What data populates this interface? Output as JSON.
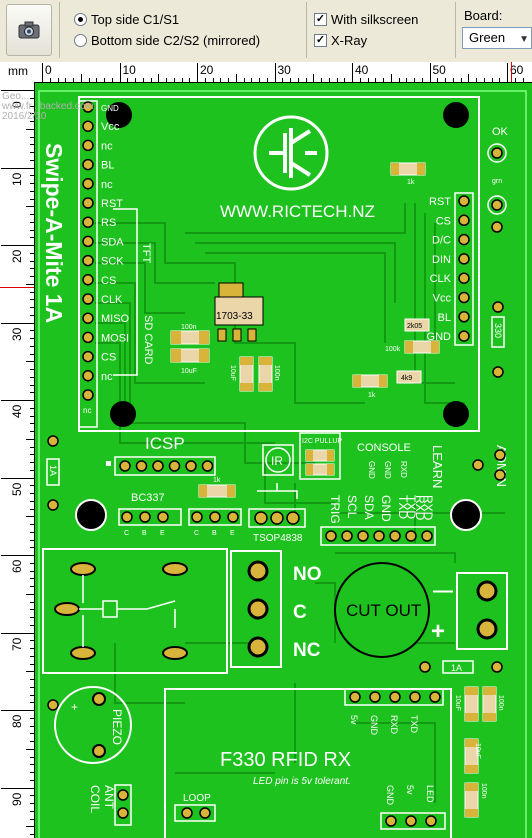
{
  "toolbar": {
    "camera_icon": "camera-icon",
    "top_side_label": "Top side C1/S1",
    "bottom_side_label": "Bottom side C2/S2 (mirrored)",
    "silkscreen_label": "With silkscreen",
    "xray_label": "X-Ray",
    "board_label": "Board:",
    "board_value": "Green",
    "top_side_checked": true,
    "silkscreen_checked": true,
    "xray_checked": true
  },
  "ruler": {
    "unit": "mm",
    "h_labels": [
      "0",
      "10",
      "20",
      "30",
      "40",
      "50",
      "60"
    ],
    "v_labels": [
      "0",
      "10",
      "20",
      "30",
      "40",
      "50",
      "60",
      "70",
      "80",
      "90"
    ]
  },
  "watermark": {
    "line1": "Geo...",
    "line2": "www.fr...backed.com",
    "line3": "2016/2/10"
  },
  "pcb": {
    "board_color": "#1ec21e",
    "silk_color": "#ffffff",
    "title": "Swipe-A-Mite 1A",
    "website": "WWW.RICTECH.NZ",
    "tft_label": "TFT",
    "sd_label": "SD CARD",
    "left_pins": [
      "GND",
      "Vcc",
      "nc",
      "BL",
      "nc",
      "RST",
      "RS",
      "SDA",
      "SCK",
      "CS",
      "CLK",
      "MISO",
      "MOSI",
      "CS",
      "nc",
      "nc"
    ],
    "right_pins": [
      "RST",
      "CS",
      "D/C",
      "DIN",
      "CLK",
      "Vcc",
      "BL",
      "GND"
    ],
    "regulator": "1703-33",
    "ok_label": "OK",
    "grn_label": "grn",
    "r330": "330",
    "r1k_a": "1k",
    "r1k_b": "1k",
    "r1k_c": "1k",
    "r2k05": "2k05",
    "r100k": "100k",
    "r4k9": "4k9",
    "c100n": "100n",
    "c10uf": "10uF",
    "c100n_b": "100n",
    "c10uf_b": "10uF",
    "icsp": "ICSP",
    "i2c_pullup": "I2C PULLUP",
    "ir": "IR",
    "console": "CONSOLE",
    "console_pins": [
      "GND",
      "GND",
      "RXD"
    ],
    "learn": "LEARN",
    "admin": "ADMIN",
    "fuse_1a": "1A",
    "bc337": "BC337",
    "cbe": [
      "C",
      "B",
      "E",
      "C",
      "B",
      "E"
    ],
    "tsop": "TSOP4838",
    "trig": "TRIG",
    "bottom_pins": [
      "SCL",
      "SDA",
      "GND",
      "TXD",
      "RXD"
    ],
    "bottom_pins2": [
      "TXD",
      "RXD"
    ],
    "no": "NO",
    "c": "C",
    "nc_label": "NC",
    "cutout": "CUT OUT",
    "minus": "—",
    "plus": "+",
    "fuse_1a_b": "1A",
    "piezo": "PIEZO",
    "rfid_pins": [
      "5v",
      "GND",
      "RXD",
      "TXD"
    ],
    "rfid_title": "F330 RFID RX",
    "rfid_note": "LED pin is 5v tolerant.",
    "rfid_bottom": [
      "GND",
      "5v",
      "LED"
    ],
    "ant_coil": [
      "ANT",
      "COIL"
    ],
    "loop": "LOOP",
    "c10uf_c": "10uF",
    "c100n_c": "100n",
    "c10uf_d": "10uF",
    "c100n_d": "100n"
  }
}
